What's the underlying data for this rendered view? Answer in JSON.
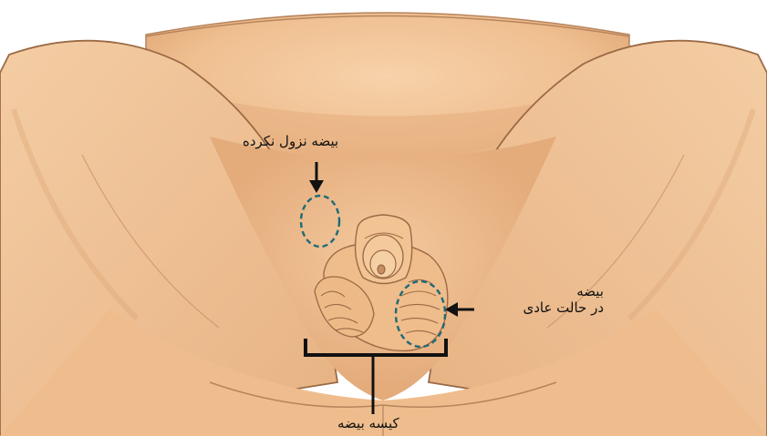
{
  "labels": {
    "undescended_testis": "بیضه نزول نکرده",
    "normal_testis_line1": "بیضه",
    "normal_testis_line2": "در حالت عادی",
    "scrotum": "کیسه بیضه"
  },
  "colors": {
    "skin": "#f2c79b",
    "skin_shadow": "#dba577",
    "skin_dark": "#c98d62",
    "outline": "#9b6a45",
    "dashed_circle": "#1f6a78",
    "arrow": "#111111"
  },
  "icons": {
    "pointer": "arrow-icon",
    "bracket": "bracket-icon",
    "marker": "dashed-circle-icon"
  }
}
